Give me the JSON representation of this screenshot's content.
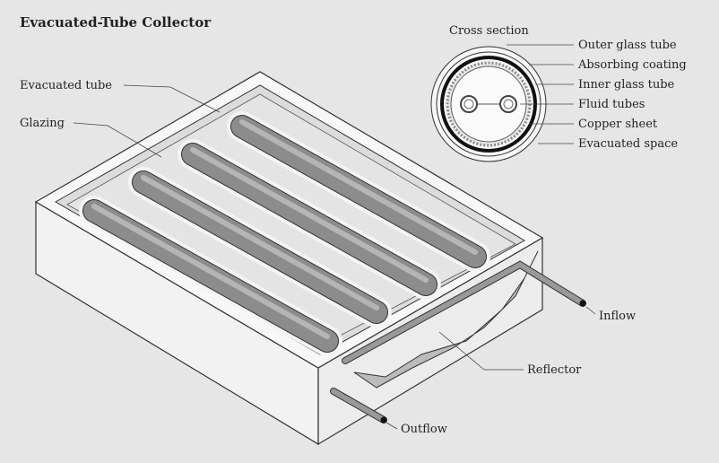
{
  "title": "Evacuated-Tube Collector",
  "labels": {
    "evacuated_tube": "Evacuated tube",
    "glazing": "Glazing",
    "inflow": "Inflow",
    "outflow": "Outflow",
    "reflector": "Reflector"
  },
  "cross_section": {
    "heading": "Cross section",
    "parts": [
      "Outer glass tube",
      "Absorbing coating",
      "Inner glass tube",
      "Fluid tubes",
      "Copper sheet",
      "Evacuated space"
    ]
  },
  "colors": {
    "background": "#e6e6e6",
    "tube": "#8a8a8a",
    "box": "#f4f4f4"
  }
}
